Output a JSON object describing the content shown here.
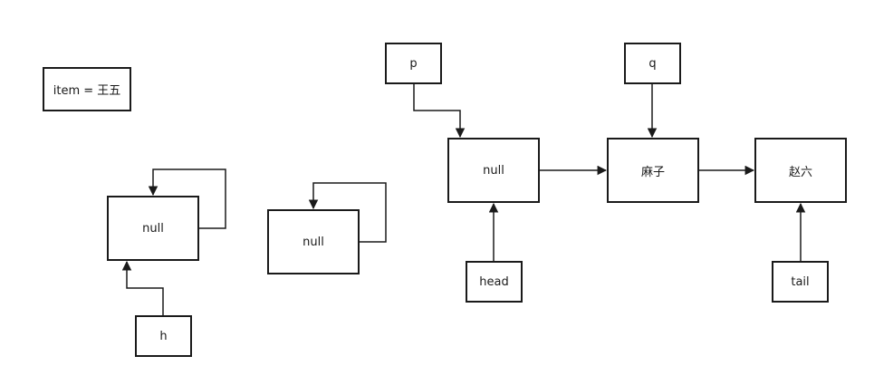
{
  "diagram": {
    "item_label": "item = 王五",
    "group1": {
      "node": "null",
      "pointer": "h"
    },
    "group2": {
      "node": "null"
    },
    "group3": {
      "pointer_p": "p",
      "pointer_q": "q",
      "node_1": "null",
      "node_2": "麻子",
      "node_3": "赵六",
      "pointer_head": "head",
      "pointer_tail": "tail"
    }
  },
  "colors": {
    "stroke": "#1a1a1a",
    "background": "#ffffff"
  }
}
